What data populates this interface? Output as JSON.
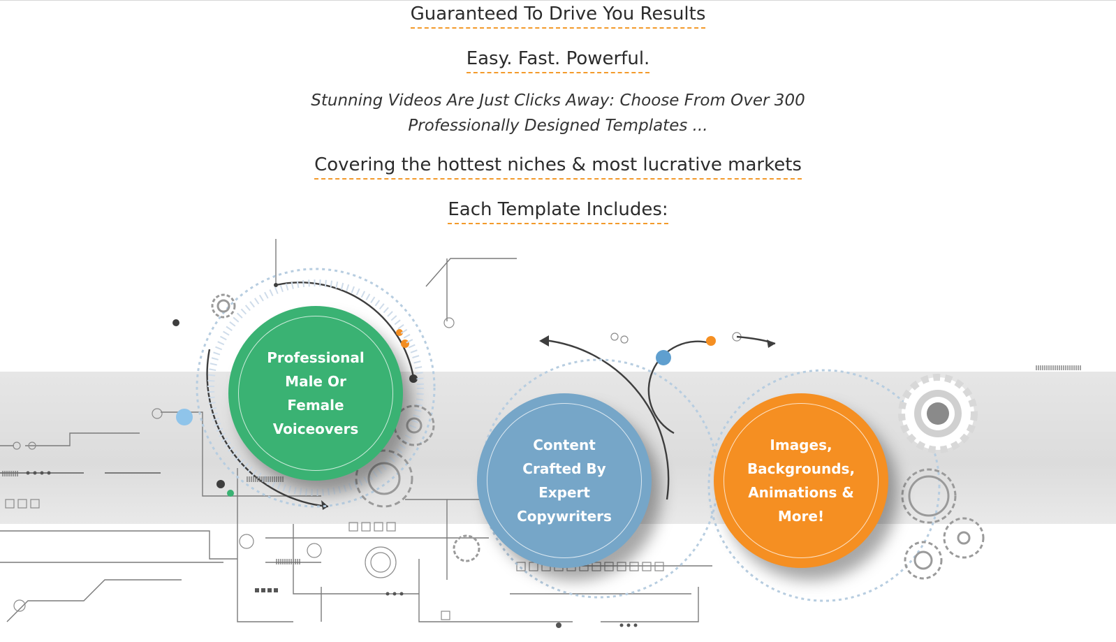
{
  "headings": {
    "h1": "Guaranteed To Drive You Results",
    "h2": "Easy. Fast. Powerful.",
    "sub_line1": "Stunning Videos Are Just Clicks Away: Choose From Over 300",
    "sub_line2": "Professionally Designed Templates ...",
    "h3": "Covering the hottest niches & most lucrative markets",
    "h4": "Each Template Includes:"
  },
  "features": [
    {
      "line1": "Professional",
      "line2": "Male Or",
      "line3": "Female",
      "line4": "Voiceovers",
      "color": "#3ab273"
    },
    {
      "line1": "Content",
      "line2": "Crafted By",
      "line3": "Expert",
      "line4": "Copywriters",
      "color": "#76a6c8"
    },
    {
      "line1": "Images,",
      "line2": "Backgrounds,",
      "line3": "Animations &",
      "line4": "More!",
      "color": "#f58f22"
    }
  ],
  "colors": {
    "accent_underline": "#f39a2b",
    "green": "#3ab273",
    "blue": "#76a6c8",
    "orange": "#f58f22"
  },
  "icons": [
    "gear-icon",
    "circuit-line-icon"
  ]
}
